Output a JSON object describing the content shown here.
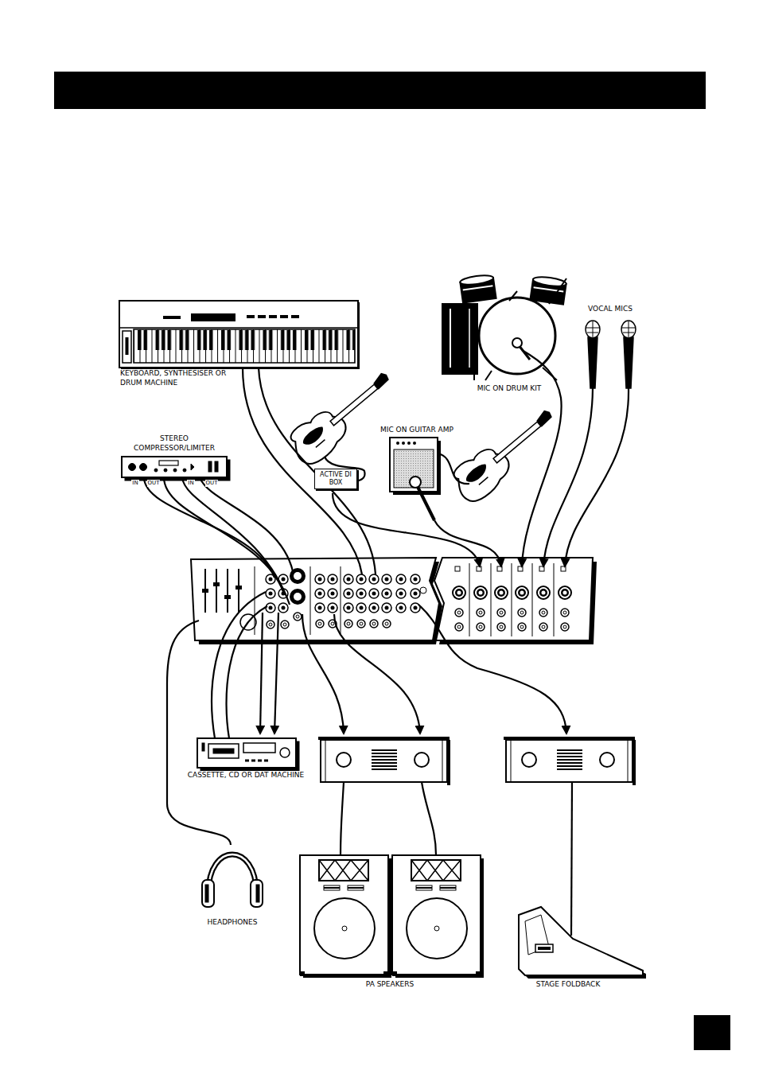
{
  "diagram": {
    "nodes": [
      {
        "text": [
          "ACTIVE DI BOX"
        ]
      }
    ],
    "labels": [
      "VOCAL MICS",
      "KEYBOARD, SYNTHESISER OR DRUM MACHINE",
      "MIC ON DRUM KIT",
      "STEREO COMPRESSOR/LIMITER",
      "MIC ON GUITAR AMP",
      "IN",
      "OUT",
      "IN",
      "OUT",
      "CASSETTE, CD OR DAT MACHINE",
      "HEADPHONES",
      "PA SPEAKERS",
      "STAGE FOLDBACK"
    ]
  }
}
